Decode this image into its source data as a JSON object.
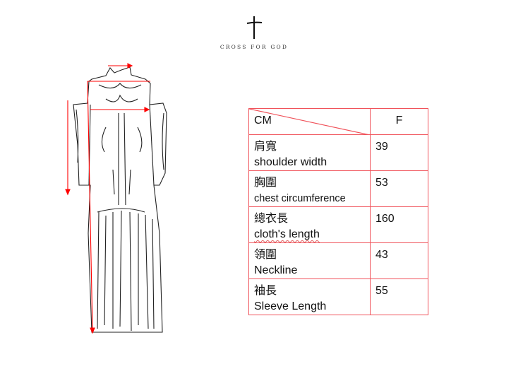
{
  "brand": {
    "name": "CROSS FOR GOD",
    "icon": "cross-icon"
  },
  "colors": {
    "accent": "#f0525a",
    "arrow": "#ff0000"
  },
  "size_table": {
    "corner_label": "CM",
    "size_header": "F",
    "rows": [
      {
        "cn": "肩寬",
        "en": "shoulder width",
        "value": "39"
      },
      {
        "cn": "胸圍",
        "en": "chest circumference",
        "value": "53"
      },
      {
        "cn": "總衣長",
        "en": "cloth's length",
        "value": "160"
      },
      {
        "cn": "領圍",
        "en": "Neckline",
        "value": "43"
      },
      {
        "cn": "袖長",
        "en": "Sleeve Length",
        "value": "55"
      }
    ]
  }
}
